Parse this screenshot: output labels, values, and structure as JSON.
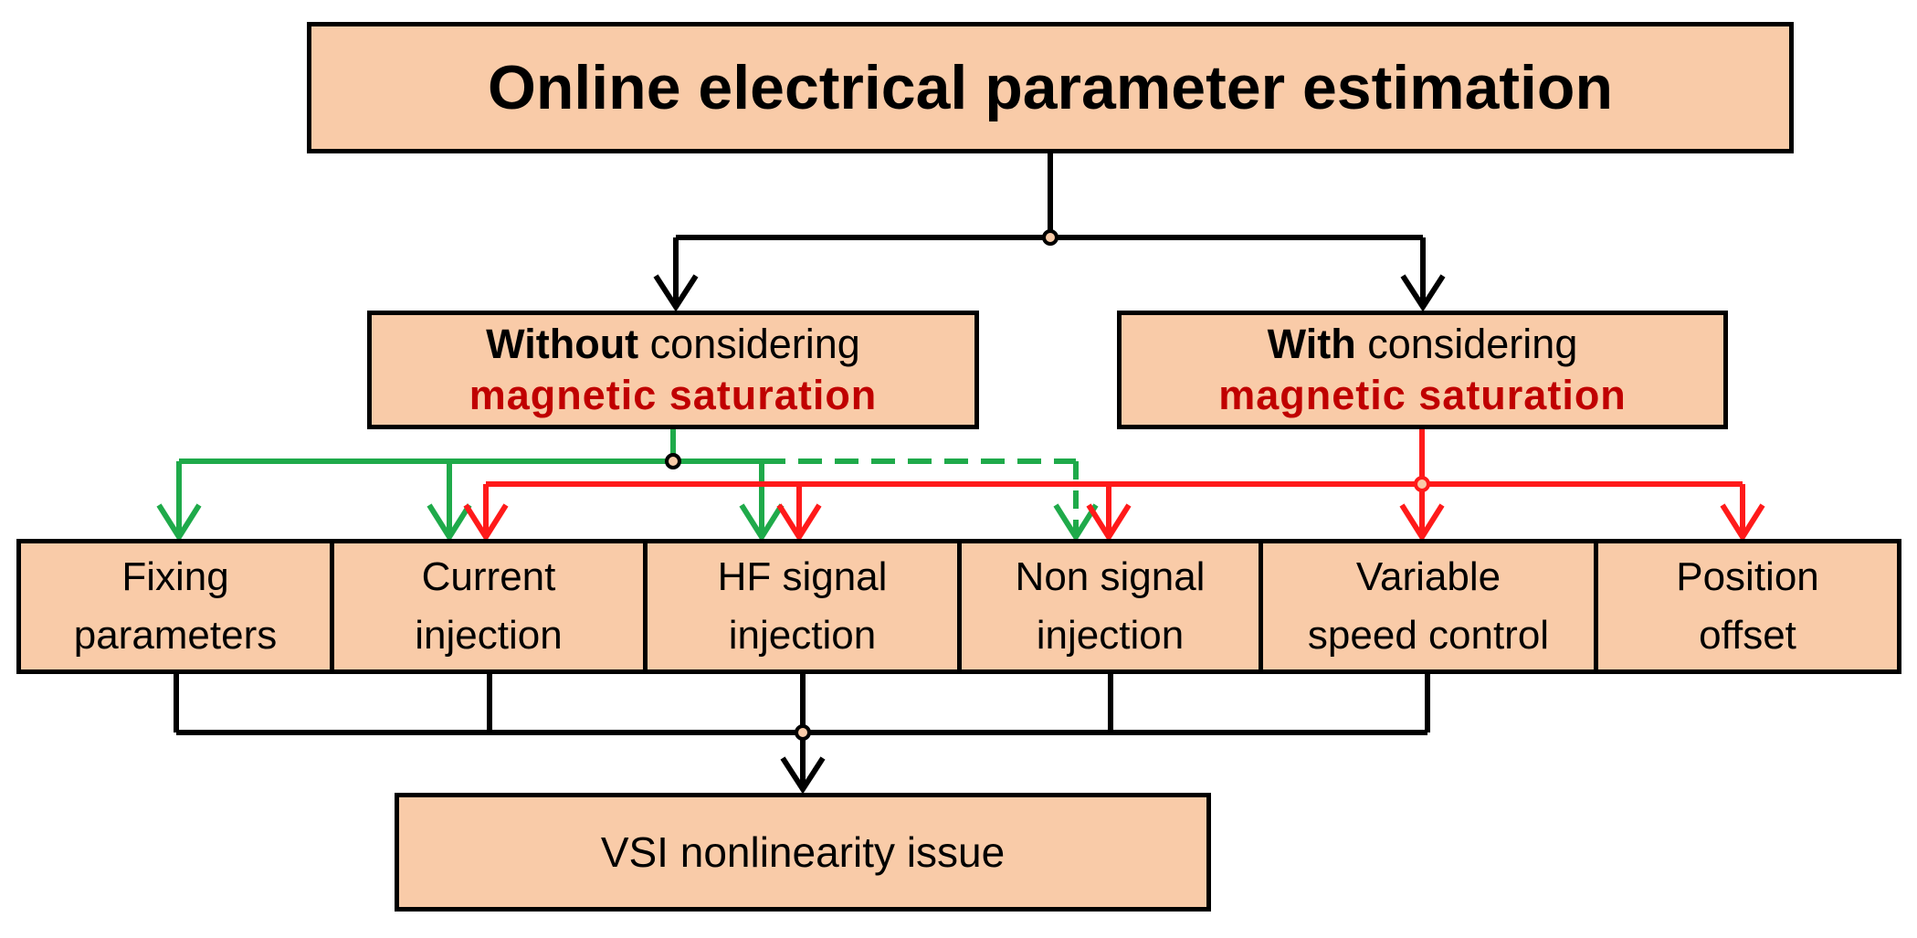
{
  "title": "Online electrical parameter estimation",
  "categories": [
    {
      "bold": "Without",
      "rest": " considering",
      "highlight": "magnetic saturation"
    },
    {
      "bold": "With",
      "rest": " considering",
      "highlight": "magnetic saturation"
    }
  ],
  "methods": [
    {
      "line1": "Fixing",
      "line2": "parameters"
    },
    {
      "line1": "Current",
      "line2": "injection"
    },
    {
      "line1": "HF signal",
      "line2": "injection"
    },
    {
      "line1": "Non signal",
      "line2": "injection"
    },
    {
      "line1": "Variable",
      "line2": "speed control"
    },
    {
      "line1": "Position",
      "line2": "offset"
    }
  ],
  "bottom": "VSI nonlinearity issue",
  "colors": {
    "box_fill": "#f9cba8",
    "green": "#1faa4a",
    "red": "#ff1a1a",
    "saturation_text": "#c00000"
  }
}
